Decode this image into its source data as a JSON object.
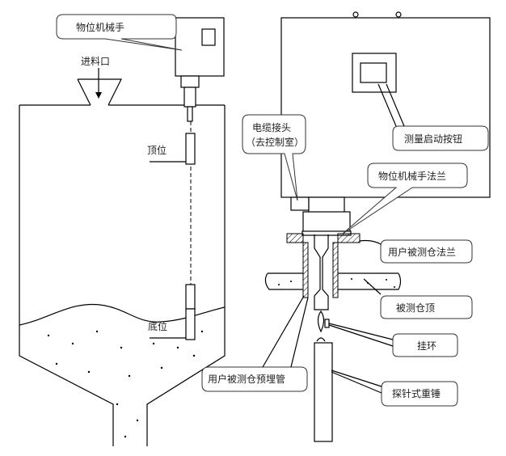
{
  "labels": {
    "manipulator": "物位机械手",
    "inlet": "进料口",
    "top_position": "顶位",
    "bottom_position": "底位",
    "cable_joint_line1": "电缆接头",
    "cable_joint_line2": "（去控制室）",
    "start_button": "测量启动按钮",
    "manipulator_flange": "物位机械手法兰",
    "user_silo_flange": "用户被测仓法兰",
    "silo_top": "被测仓顶",
    "hanging_ring": "挂环",
    "embedded_pipe": "用户被测仓预埋管",
    "probe_weight": "探针式重锤"
  }
}
